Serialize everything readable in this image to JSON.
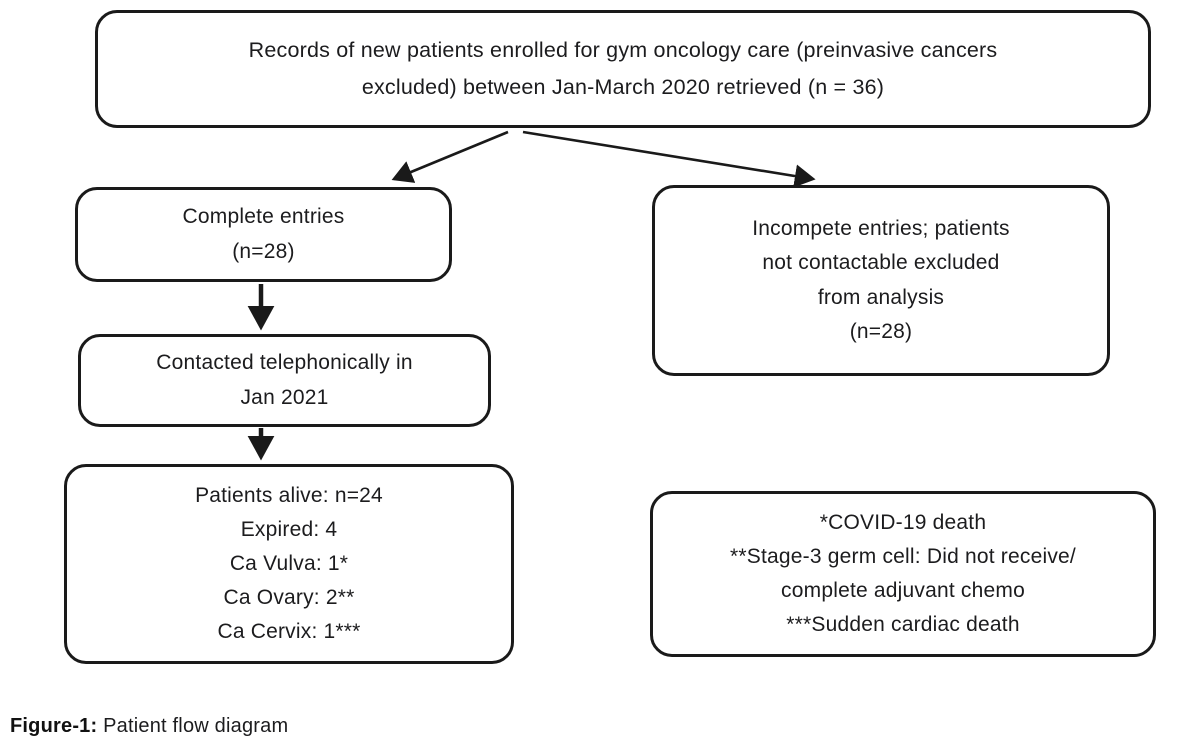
{
  "figure": {
    "boxes": {
      "records": "Records of new patients enrolled for gym oncology care (preinvasive cancers\nexcluded)  between Jan-March 2020 retrieved (n = 36)",
      "complete": "Complete entries\n(n=28)",
      "incomplete": "Incompete entries; patients\nnot contactable excluded\nfrom analysis\n(n=28)",
      "contacted": "Contacted telephonically in\nJan 2021",
      "outcomes": "Patients alive: n=24\nExpired: 4\nCa Vulva: 1*\nCa Ovary: 2**\nCa Cervix: 1***",
      "footnotes": "*COVID-19 death\n**Stage-3 germ cell: Did not receive/\ncomplete adjuvant chemo\n***Sudden cardiac death"
    },
    "caption": {
      "label": "Figure-1:",
      "text": " Patient flow diagram"
    },
    "colors": {
      "line": "#1a1a1a",
      "text": "#1c1c1e",
      "background": "#ffffff"
    }
  }
}
